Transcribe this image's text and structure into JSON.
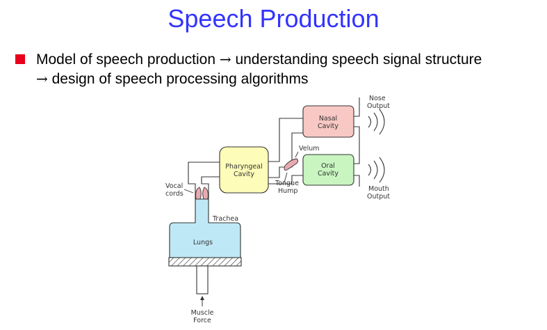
{
  "slide": {
    "title": "Speech Production",
    "bullet": {
      "arrow": "→",
      "line1_a": "Model of speech production",
      "line1_b": "understanding speech signal structure",
      "line2_b": "design of speech processing algorithms"
    }
  },
  "diagram": {
    "labels": {
      "nose_output_1": "Nose",
      "nose_output_2": "Output",
      "nasal_1": "Nasal",
      "nasal_2": "Cavity",
      "velum": "Velum",
      "pharyngeal_1": "Pharyngeal",
      "pharyngeal_2": "Cavity",
      "oral_1": "Oral",
      "oral_2": "Cavity",
      "vocal_1": "Vocal",
      "vocal_2": "cords",
      "tongue_1": "Tongue",
      "tongue_2": "Hump",
      "mouth_output_1": "Mouth",
      "mouth_output_2": "Output",
      "trachea": "Trachea",
      "lungs": "Lungs",
      "muscle_1": "Muscle",
      "muscle_2": "Force"
    },
    "colors": {
      "nasal_cavity": "#f8c8c4",
      "pharyngeal_cavity": "#fdfcb8",
      "oral_cavity": "#c8f5c0",
      "lungs_trachea": "#bfe8f6",
      "vocal_cords_velum": "#e8aab0",
      "title_blue": "#3333ff",
      "bullet_red": "#e8001c"
    }
  }
}
